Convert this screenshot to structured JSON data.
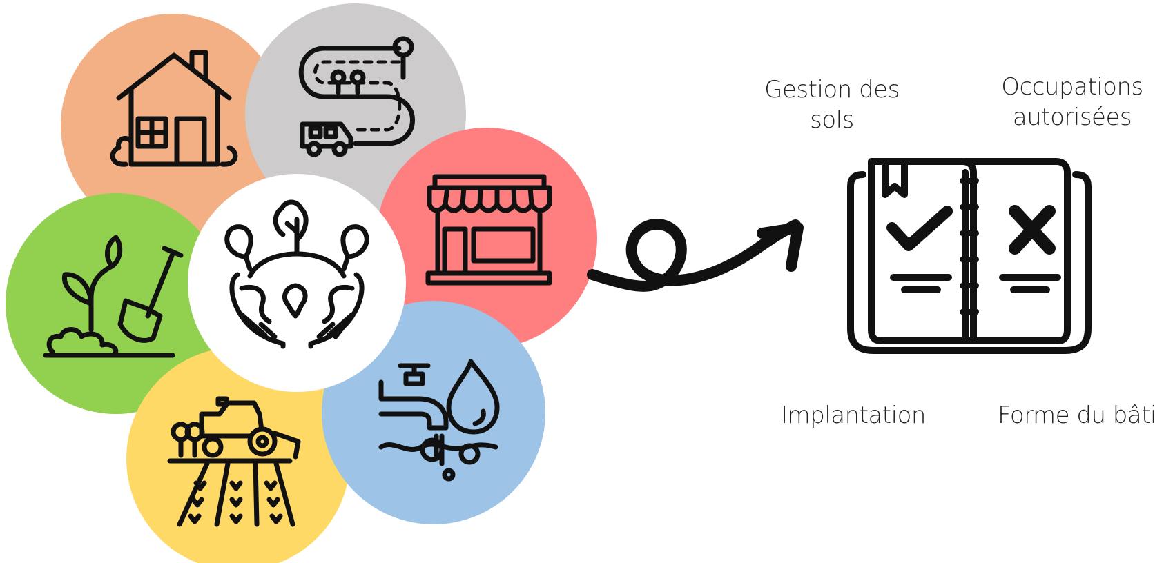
{
  "colors": {
    "housing": "#F2B084",
    "mobility": "#CDCBCB",
    "commerce": "#FF7F80",
    "gardening": "#92D050",
    "environment": "#FFFFFF",
    "agriculture": "#FFD966",
    "water": "#9DC3E6",
    "ink": "#111111"
  },
  "circles": [
    {
      "id": "housing",
      "icon": "house-icon"
    },
    {
      "id": "mobility",
      "icon": "road-car-icon"
    },
    {
      "id": "commerce",
      "icon": "shop-icon"
    },
    {
      "id": "gardening",
      "icon": "plant-shovel-icon"
    },
    {
      "id": "environment",
      "icon": "hands-globe-trees-icon"
    },
    {
      "id": "agriculture",
      "icon": "tractor-field-icon"
    },
    {
      "id": "water",
      "icon": "water-tap-icon"
    }
  ],
  "arrow_icon": "loop-arrow-icon",
  "book_icon": "rulebook-check-cross-icon",
  "labels": {
    "gestion_line1": "Gestion des",
    "gestion_line2": "sols",
    "occupations_line1": "Occupations",
    "occupations_line2": "autorisées",
    "implantation": "Implantation",
    "forme": "Forme du bâti"
  }
}
